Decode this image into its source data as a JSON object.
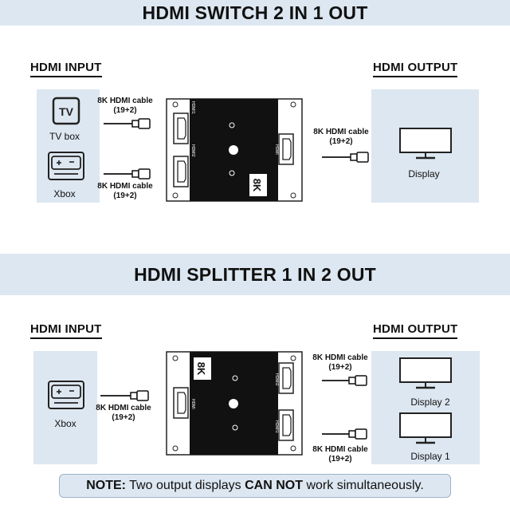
{
  "top": {
    "title": "HDMI SWITCH 2 IN 1 OUT",
    "input_label": "HDMI INPUT",
    "output_label": "HDMI OUTPUT",
    "devices": [
      "TV box",
      "Xbox"
    ],
    "cable_labels": [
      {
        "line1": "8K HDMI cable",
        "line2": "(19+2)"
      },
      {
        "line1": "8K HDMI cable",
        "line2": "(19+2)"
      },
      {
        "line1": "8K HDMI cable",
        "line2": "(19+2)"
      }
    ],
    "display_label": "Display",
    "port_labels": [
      "HDMI1",
      "HDMI2",
      "HDMI"
    ],
    "badge": "8K"
  },
  "bottom": {
    "title": "HDMI SPLITTER 1 IN 2 OUT",
    "input_label": "HDMI INPUT",
    "output_label": "HDMI OUTPUT",
    "device": "Xbox",
    "cable_labels": [
      {
        "line1": "8K HDMI cable",
        "line2": "(19+2)"
      },
      {
        "line1": "8K HDMI cable",
        "line2": "(19+2)"
      },
      {
        "line1": "8K HDMI cable",
        "line2": "(19+2)"
      }
    ],
    "displays": [
      "Display 2",
      "Display 1"
    ],
    "port_labels": [
      "HDMI",
      "HDMI2",
      "HDMI1"
    ],
    "badge": "8K"
  },
  "note": {
    "prefix": "NOTE:",
    "text_before": " Two output displays ",
    "emphasis": "CAN NOT",
    "text_after": " work simultaneously."
  }
}
